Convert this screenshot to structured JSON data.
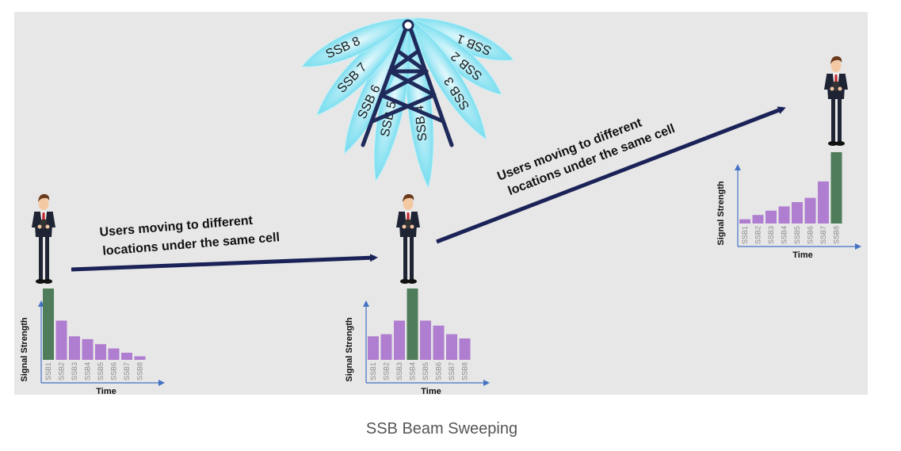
{
  "caption": "SSB Beam Sweeping",
  "beams": [
    {
      "label": "SSB 1",
      "angle": -68
    },
    {
      "label": "SSB 2",
      "angle": -50
    },
    {
      "label": "SSB 3",
      "angle": -32
    },
    {
      "label": "SSB 4",
      "angle": -6
    },
    {
      "label": "SSB 5",
      "angle": 12
    },
    {
      "label": "SSB 6",
      "angle": 26
    },
    {
      "label": "SSB 7",
      "angle": 44
    },
    {
      "label": "SSB 8",
      "angle": 66
    }
  ],
  "arrow_labels": {
    "left": [
      "Users moving to different",
      "locations under the same cell"
    ],
    "right": [
      "Users moving to different",
      "locations under the same cell"
    ]
  },
  "colors": {
    "beam": "#7fe6f4",
    "tower": "#1f2a5a",
    "arrow": "#1b2258",
    "bar": "#b07ed0",
    "best_bar": "#4f7c5a",
    "axis": "#4472c4"
  },
  "chart_data": [
    {
      "type": "bar",
      "categories": [
        "SSB1",
        "SSB2",
        "SSB3",
        "SSB4",
        "SSB5",
        "SSB6",
        "SSB7",
        "SSB8"
      ],
      "values": [
        100,
        55,
        33,
        29,
        22,
        16,
        10,
        5
      ],
      "highlight": "SSB1",
      "xlabel": "Time",
      "ylabel": "Signal Strength"
    },
    {
      "type": "bar",
      "categories": [
        "SSB1",
        "SSB2",
        "SSB3",
        "SSB4",
        "SSB5",
        "SSB6",
        "SSB7",
        "SSB8"
      ],
      "values": [
        33,
        36,
        55,
        100,
        55,
        48,
        36,
        30
      ],
      "highlight": "SSB4",
      "xlabel": "Time",
      "ylabel": "Signal Strength"
    },
    {
      "type": "bar",
      "categories": [
        "SSB1",
        "SSB2",
        "SSB3",
        "SSB4",
        "SSB5",
        "SSB6",
        "SSB7",
        "SSB8"
      ],
      "values": [
        6,
        12,
        18,
        24,
        30,
        36,
        59,
        100
      ],
      "highlight": "SSB8",
      "xlabel": "Time",
      "ylabel": "Signal Strength"
    }
  ]
}
